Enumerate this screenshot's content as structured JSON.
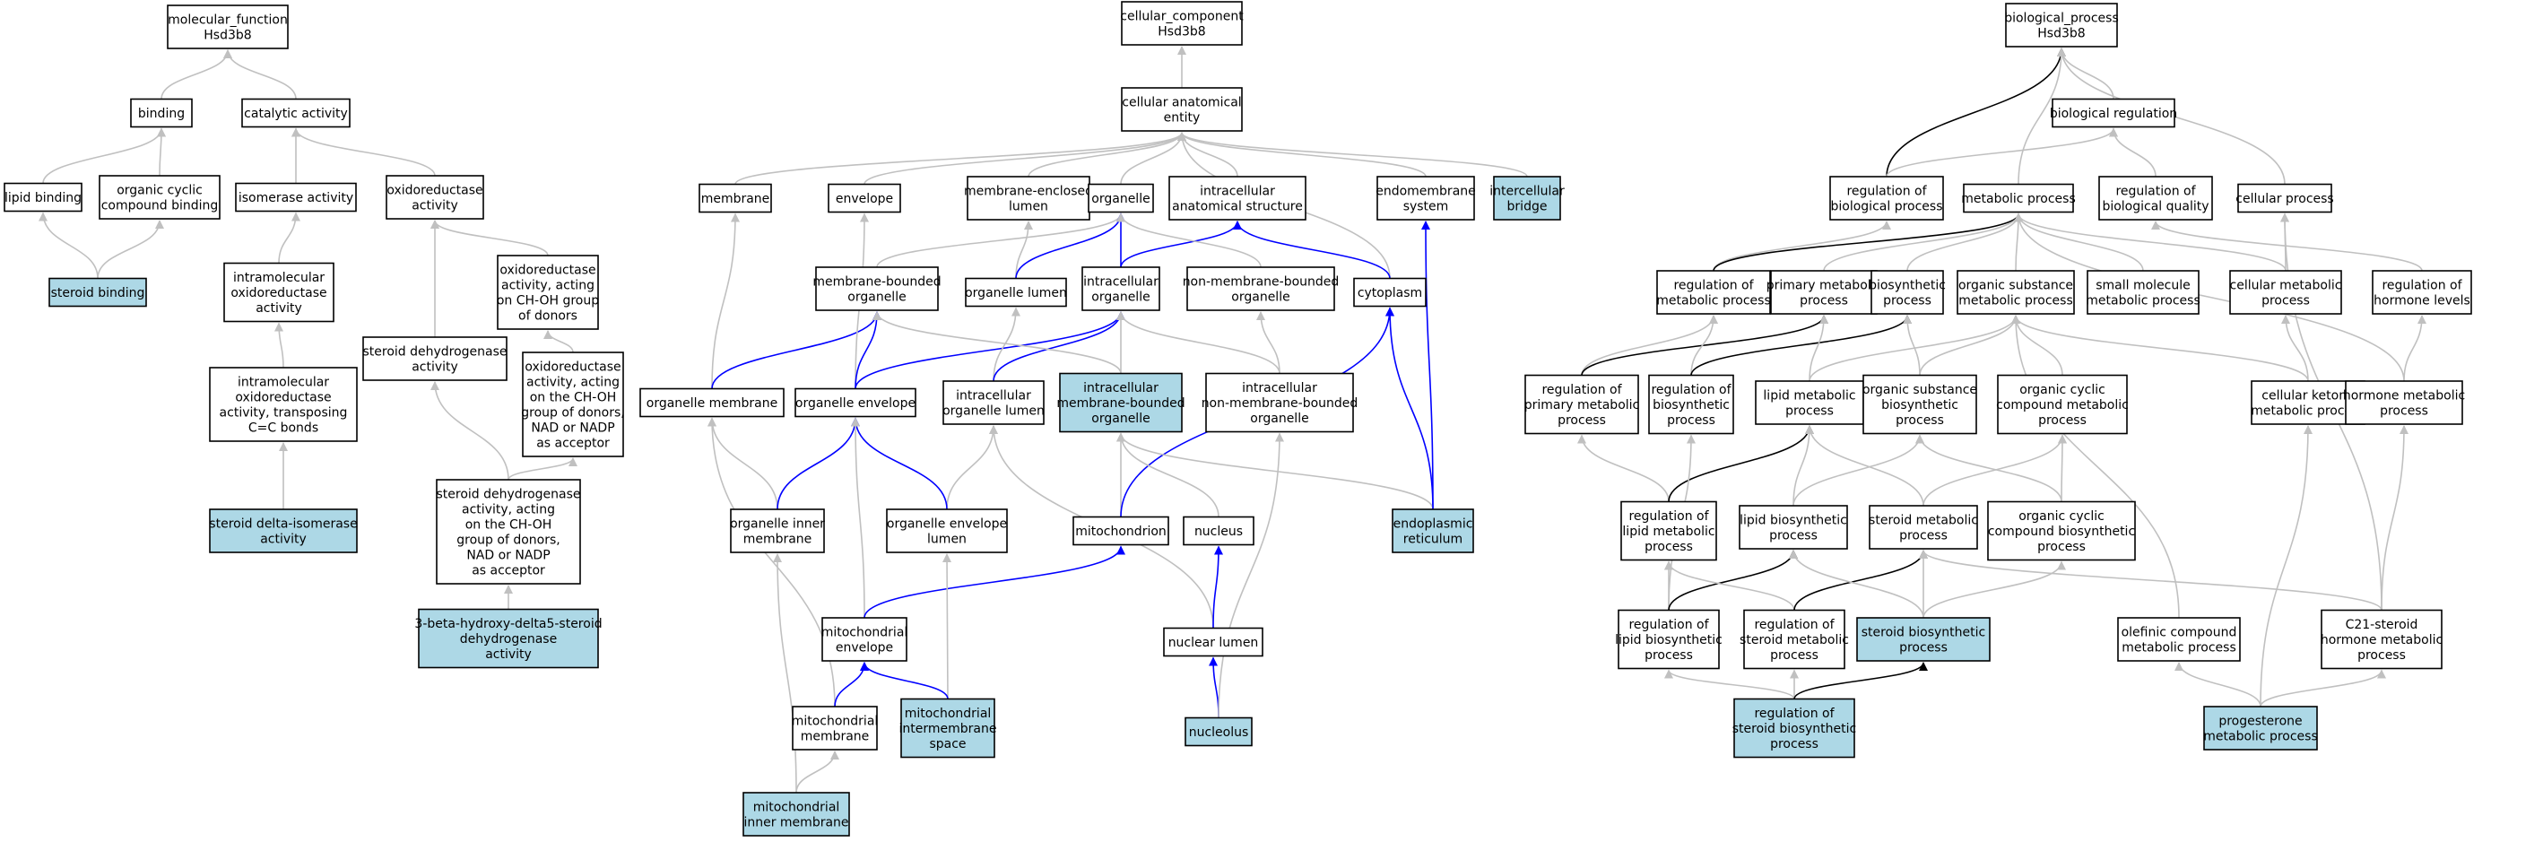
{
  "colors": {
    "highlight_fill": "#add8e6",
    "default_fill": "#ffffff",
    "grey_edge": "#c0c0c0",
    "blue_edge": "#0000ff",
    "black_edge": "#000000"
  },
  "nodes": {
    "mf_root": {
      "lines": [
        "molecular_function",
        "Hsd3b8"
      ],
      "hl": false
    },
    "binding": {
      "lines": [
        "binding"
      ],
      "hl": false
    },
    "catalytic": {
      "lines": [
        "catalytic activity"
      ],
      "hl": false
    },
    "lipid_binding": {
      "lines": [
        "lipid binding"
      ],
      "hl": false
    },
    "ocyclic_binding": {
      "lines": [
        "organic cyclic",
        "compound binding"
      ],
      "hl": false
    },
    "isomerase": {
      "lines": [
        "isomerase activity"
      ],
      "hl": false
    },
    "oxidoreductase": {
      "lines": [
        "oxidoreductase",
        "activity"
      ],
      "hl": false
    },
    "steroid_binding": {
      "lines": [
        "steroid binding"
      ],
      "hl": true
    },
    "intramol_ox": {
      "lines": [
        "intramolecular",
        "oxidoreductase",
        "activity"
      ],
      "hl": false
    },
    "oxred_choh": {
      "lines": [
        "oxidoreductase",
        "activity, acting",
        "on CH-OH group",
        "of donors"
      ],
      "hl": false
    },
    "intramol_cc": {
      "lines": [
        "intramolecular",
        "oxidoreductase",
        "activity, transposing",
        "C=C bonds"
      ],
      "hl": false
    },
    "steroid_dh": {
      "lines": [
        "steroid dehydrogenase",
        "activity"
      ],
      "hl": false
    },
    "oxred_nad": {
      "lines": [
        "oxidoreductase",
        "activity, acting",
        "on the CH-OH",
        "group of donors,",
        "NAD or NADP",
        "as acceptor"
      ],
      "hl": false
    },
    "steroid_dh_nad": {
      "lines": [
        "steroid dehydrogenase",
        "activity, acting",
        "on the CH-OH",
        "group of donors,",
        "NAD or NADP",
        "as acceptor"
      ],
      "hl": false
    },
    "steroid_delta_iso": {
      "lines": [
        "steroid delta-isomerase",
        "activity"
      ],
      "hl": true
    },
    "three_beta": {
      "lines": [
        "3-beta-hydroxy-delta5-steroid",
        "dehydrogenase",
        "activity"
      ],
      "hl": true
    },
    "cc_root": {
      "lines": [
        "cellular_component",
        "Hsd3b8"
      ],
      "hl": false
    },
    "anat_entity": {
      "lines": [
        "cellular anatomical",
        "entity"
      ],
      "hl": false
    },
    "membrane": {
      "lines": [
        "membrane"
      ],
      "hl": false
    },
    "envelope": {
      "lines": [
        "envelope"
      ],
      "hl": false
    },
    "mem_encl_lumen": {
      "lines": [
        "membrane-enclosed",
        "lumen"
      ],
      "hl": false
    },
    "organelle": {
      "lines": [
        "organelle"
      ],
      "hl": false
    },
    "intracell_anat": {
      "lines": [
        "intracellular",
        "anatomical structure"
      ],
      "hl": false
    },
    "endomembrane": {
      "lines": [
        "endomembrane",
        "system"
      ],
      "hl": false
    },
    "intercell_bridge": {
      "lines": [
        "intercellular",
        "bridge"
      ],
      "hl": true
    },
    "mem_bound_org": {
      "lines": [
        "membrane-bounded",
        "organelle"
      ],
      "hl": false
    },
    "org_lumen": {
      "lines": [
        "organelle lumen"
      ],
      "hl": false
    },
    "intracell_org": {
      "lines": [
        "intracellular",
        "organelle"
      ],
      "hl": false
    },
    "non_mem_org": {
      "lines": [
        "non-membrane-bounded",
        "organelle"
      ],
      "hl": false
    },
    "cytoplasm": {
      "lines": [
        "cytoplasm"
      ],
      "hl": false
    },
    "org_membrane": {
      "lines": [
        "organelle membrane"
      ],
      "hl": false
    },
    "org_envelope": {
      "lines": [
        "organelle envelope"
      ],
      "hl": false
    },
    "intracell_org_lumen": {
      "lines": [
        "intracellular",
        "organelle lumen"
      ],
      "hl": false
    },
    "intracell_mem_org": {
      "lines": [
        "intracellular",
        "membrane-bounded",
        "organelle"
      ],
      "hl": true
    },
    "intracell_nonmem_org": {
      "lines": [
        "intracellular",
        "non-membrane-bounded",
        "organelle"
      ],
      "hl": false
    },
    "org_inner_mem": {
      "lines": [
        "organelle inner",
        "membrane"
      ],
      "hl": false
    },
    "org_env_lumen": {
      "lines": [
        "organelle envelope",
        "lumen"
      ],
      "hl": false
    },
    "mitochondrion": {
      "lines": [
        "mitochondrion"
      ],
      "hl": false
    },
    "nucleus": {
      "lines": [
        "nucleus"
      ],
      "hl": false
    },
    "er": {
      "lines": [
        "endoplasmic",
        "reticulum"
      ],
      "hl": true
    },
    "mito_envelope": {
      "lines": [
        "mitochondrial",
        "envelope"
      ],
      "hl": false
    },
    "nuclear_lumen": {
      "lines": [
        "nuclear lumen"
      ],
      "hl": false
    },
    "mito_membrane": {
      "lines": [
        "mitochondrial",
        "membrane"
      ],
      "hl": false
    },
    "mito_ims": {
      "lines": [
        "mitochondrial",
        "intermembrane",
        "space"
      ],
      "hl": true
    },
    "nucleolus": {
      "lines": [
        "nucleolus"
      ],
      "hl": true
    },
    "mito_inner_mem": {
      "lines": [
        "mitochondrial",
        "inner membrane"
      ],
      "hl": true
    },
    "bp_root": {
      "lines": [
        "biological_process",
        "Hsd3b8"
      ],
      "hl": false
    },
    "bio_reg": {
      "lines": [
        "biological regulation"
      ],
      "hl": false
    },
    "reg_bio_proc": {
      "lines": [
        "regulation of",
        "biological process"
      ],
      "hl": false
    },
    "metab_proc": {
      "lines": [
        "metabolic process"
      ],
      "hl": false
    },
    "reg_bio_quality": {
      "lines": [
        "regulation of",
        "biological quality"
      ],
      "hl": false
    },
    "cell_proc": {
      "lines": [
        "cellular process"
      ],
      "hl": false
    },
    "reg_metab": {
      "lines": [
        "regulation of",
        "metabolic process"
      ],
      "hl": false
    },
    "prim_metab": {
      "lines": [
        "primary metabolic",
        "process"
      ],
      "hl": false
    },
    "biosynth": {
      "lines": [
        "biosynthetic",
        "process"
      ],
      "hl": false
    },
    "org_sub_metab": {
      "lines": [
        "organic substance",
        "metabolic process"
      ],
      "hl": false
    },
    "small_mol": {
      "lines": [
        "small molecule",
        "metabolic process"
      ],
      "hl": false
    },
    "cell_metab": {
      "lines": [
        "cellular metabolic",
        "process"
      ],
      "hl": false
    },
    "reg_hormone": {
      "lines": [
        "regulation of",
        "hormone levels"
      ],
      "hl": false
    },
    "reg_prim_metab": {
      "lines": [
        "regulation of",
        "primary metabolic",
        "process"
      ],
      "hl": false
    },
    "reg_biosynth": {
      "lines": [
        "regulation of",
        "biosynthetic",
        "process"
      ],
      "hl": false
    },
    "lipid_metab": {
      "lines": [
        "lipid metabolic",
        "process"
      ],
      "hl": false
    },
    "org_sub_biosynth": {
      "lines": [
        "organic substance",
        "biosynthetic",
        "process"
      ],
      "hl": false
    },
    "org_cyc_metab": {
      "lines": [
        "organic cyclic",
        "compound metabolic",
        "process"
      ],
      "hl": false
    },
    "cell_ketone": {
      "lines": [
        "cellular ketone",
        "metabolic process"
      ],
      "hl": false
    },
    "hormone_metab": {
      "lines": [
        "hormone metabolic",
        "process"
      ],
      "hl": false
    },
    "reg_lipid_metab": {
      "lines": [
        "regulation of",
        "lipid metabolic",
        "process"
      ],
      "hl": false
    },
    "lipid_biosynth": {
      "lines": [
        "lipid biosynthetic",
        "process"
      ],
      "hl": false
    },
    "steroid_metab": {
      "lines": [
        "steroid metabolic",
        "process"
      ],
      "hl": false
    },
    "org_cyc_biosynth": {
      "lines": [
        "organic cyclic",
        "compound biosynthetic",
        "process"
      ],
      "hl": false
    },
    "reg_lipid_biosynth": {
      "lines": [
        "regulation of",
        "lipid biosynthetic",
        "process"
      ],
      "hl": false
    },
    "reg_steroid_metab": {
      "lines": [
        "regulation of",
        "steroid metabolic",
        "process"
      ],
      "hl": false
    },
    "steroid_biosynth": {
      "lines": [
        "steroid biosynthetic",
        "process"
      ],
      "hl": true
    },
    "olefinic": {
      "lines": [
        "olefinic compound",
        "metabolic process"
      ],
      "hl": false
    },
    "c21_steroid": {
      "lines": [
        "C21-steroid",
        "hormone metabolic",
        "process"
      ],
      "hl": false
    },
    "reg_steroid_biosynth": {
      "lines": [
        "regulation of",
        "steroid biosynthetic",
        "process"
      ],
      "hl": true
    },
    "progesterone": {
      "lines": [
        "progesterone",
        "metabolic process"
      ],
      "hl": true
    }
  },
  "edges": [
    [
      "binding",
      "mf_root",
      "g"
    ],
    [
      "catalytic",
      "mf_root",
      "g"
    ],
    [
      "lipid_binding",
      "binding",
      "g"
    ],
    [
      "ocyclic_binding",
      "binding",
      "g"
    ],
    [
      "isomerase",
      "catalytic",
      "g"
    ],
    [
      "oxidoreductase",
      "catalytic",
      "g"
    ],
    [
      "steroid_binding",
      "lipid_binding",
      "g"
    ],
    [
      "steroid_binding",
      "ocyclic_binding",
      "g"
    ],
    [
      "intramol_ox",
      "isomerase",
      "g"
    ],
    [
      "oxred_choh",
      "oxidoreductase",
      "g"
    ],
    [
      "intramol_cc",
      "intramol_ox",
      "g"
    ],
    [
      "steroid_dh",
      "oxidoreductase",
      "g"
    ],
    [
      "oxred_nad",
      "oxred_choh",
      "g"
    ],
    [
      "steroid_dh_nad",
      "steroid_dh",
      "g"
    ],
    [
      "steroid_dh_nad",
      "oxred_nad",
      "g"
    ],
    [
      "steroid_delta_iso",
      "intramol_cc",
      "g"
    ],
    [
      "three_beta",
      "steroid_dh_nad",
      "g"
    ],
    [
      "anat_entity",
      "cc_root",
      "g"
    ],
    [
      "membrane",
      "anat_entity",
      "g"
    ],
    [
      "envelope",
      "anat_entity",
      "g"
    ],
    [
      "mem_encl_lumen",
      "anat_entity",
      "g"
    ],
    [
      "organelle",
      "anat_entity",
      "g"
    ],
    [
      "intracell_anat",
      "anat_entity",
      "g"
    ],
    [
      "endomembrane",
      "anat_entity",
      "g"
    ],
    [
      "intercell_bridge",
      "anat_entity",
      "g"
    ],
    [
      "cytoplasm",
      "anat_entity",
      "g"
    ],
    [
      "mem_bound_org",
      "organelle",
      "g"
    ],
    [
      "org_lumen",
      "mem_encl_lumen",
      "g"
    ],
    [
      "org_lumen",
      "organelle",
      "b"
    ],
    [
      "intracell_org",
      "organelle",
      "b"
    ],
    [
      "intracell_org",
      "intracell_anat",
      "b"
    ],
    [
      "non_mem_org",
      "organelle",
      "g"
    ],
    [
      "cytoplasm",
      "intracell_anat",
      "b"
    ],
    [
      "org_membrane",
      "membrane",
      "g"
    ],
    [
      "org_membrane",
      "mem_bound_org",
      "b"
    ],
    [
      "org_envelope",
      "envelope",
      "g"
    ],
    [
      "org_envelope",
      "mem_bound_org",
      "b"
    ],
    [
      "org_envelope",
      "intracell_org",
      "b"
    ],
    [
      "intracell_org_lumen",
      "org_lumen",
      "g"
    ],
    [
      "intracell_org_lumen",
      "intracell_org",
      "b"
    ],
    [
      "intracell_mem_org",
      "mem_bound_org",
      "g"
    ],
    [
      "intracell_mem_org",
      "intracell_org",
      "g"
    ],
    [
      "intracell_nonmem_org",
      "non_mem_org",
      "g"
    ],
    [
      "intracell_nonmem_org",
      "intracell_org",
      "g"
    ],
    [
      "org_inner_mem",
      "org_membrane",
      "g"
    ],
    [
      "org_inner_mem",
      "org_envelope",
      "b"
    ],
    [
      "org_env_lumen",
      "intracell_org_lumen",
      "g"
    ],
    [
      "org_env_lumen",
      "org_envelope",
      "b"
    ],
    [
      "mitochondrion",
      "intracell_mem_org",
      "g"
    ],
    [
      "mitochondrion",
      "cytoplasm",
      "b"
    ],
    [
      "nucleus",
      "intracell_mem_org",
      "g"
    ],
    [
      "er",
      "endomembrane",
      "b"
    ],
    [
      "er",
      "intracell_mem_org",
      "g"
    ],
    [
      "er",
      "cytoplasm",
      "b"
    ],
    [
      "mito_envelope",
      "org_envelope",
      "g"
    ],
    [
      "mito_envelope",
      "mitochondrion",
      "b"
    ],
    [
      "nuclear_lumen",
      "intracell_org_lumen",
      "g"
    ],
    [
      "nuclear_lumen",
      "nucleus",
      "b"
    ],
    [
      "mito_membrane",
      "org_membrane",
      "g"
    ],
    [
      "mito_membrane",
      "mito_envelope",
      "b"
    ],
    [
      "mito_ims",
      "org_env_lumen",
      "g"
    ],
    [
      "mito_ims",
      "mito_envelope",
      "b"
    ],
    [
      "nucleolus",
      "nuclear_lumen",
      "b"
    ],
    [
      "nucleolus",
      "intracell_nonmem_org",
      "g"
    ],
    [
      "mito_inner_mem",
      "mito_membrane",
      "g"
    ],
    [
      "mito_inner_mem",
      "org_inner_mem",
      "g"
    ],
    [
      "bio_reg",
      "bp_root",
      "g"
    ],
    [
      "reg_bio_proc",
      "bp_root",
      "k"
    ],
    [
      "reg_bio_proc",
      "bio_reg",
      "g"
    ],
    [
      "metab_proc",
      "bp_root",
      "g"
    ],
    [
      "reg_bio_quality",
      "bio_reg",
      "g"
    ],
    [
      "cell_proc",
      "bp_root",
      "g"
    ],
    [
      "reg_metab",
      "reg_bio_proc",
      "g"
    ],
    [
      "reg_metab",
      "metab_proc",
      "k"
    ],
    [
      "prim_metab",
      "metab_proc",
      "g"
    ],
    [
      "biosynth",
      "metab_proc",
      "g"
    ],
    [
      "org_sub_metab",
      "metab_proc",
      "g"
    ],
    [
      "small_mol",
      "metab_proc",
      "g"
    ],
    [
      "cell_metab",
      "metab_proc",
      "g"
    ],
    [
      "cell_metab",
      "cell_proc",
      "g"
    ],
    [
      "reg_hormone",
      "reg_bio_quality",
      "g"
    ],
    [
      "reg_prim_metab",
      "reg_metab",
      "g"
    ],
    [
      "reg_prim_metab",
      "prim_metab",
      "k"
    ],
    [
      "reg_biosynth",
      "reg_metab",
      "g"
    ],
    [
      "reg_biosynth",
      "biosynth",
      "k"
    ],
    [
      "lipid_metab",
      "prim_metab",
      "g"
    ],
    [
      "lipid_metab",
      "org_sub_metab",
      "g"
    ],
    [
      "org_sub_biosynth",
      "biosynth",
      "g"
    ],
    [
      "org_sub_biosynth",
      "org_sub_metab",
      "g"
    ],
    [
      "org_cyc_metab",
      "org_sub_metab",
      "g"
    ],
    [
      "cell_ketone",
      "org_sub_metab",
      "g"
    ],
    [
      "cell_ketone",
      "cell_metab",
      "g"
    ],
    [
      "hormone_metab",
      "reg_hormone",
      "g"
    ],
    [
      "hormone_metab",
      "metab_proc",
      "g"
    ],
    [
      "reg_lipid_metab",
      "reg_prim_metab",
      "g"
    ],
    [
      "reg_lipid_metab",
      "lipid_metab",
      "k"
    ],
    [
      "lipid_biosynth",
      "lipid_metab",
      "g"
    ],
    [
      "lipid_biosynth",
      "org_sub_biosynth",
      "g"
    ],
    [
      "steroid_metab",
      "lipid_metab",
      "g"
    ],
    [
      "steroid_metab",
      "org_cyc_metab",
      "g"
    ],
    [
      "org_cyc_biosynth",
      "org_cyc_metab",
      "g"
    ],
    [
      "org_cyc_biosynth",
      "org_sub_biosynth",
      "g"
    ],
    [
      "reg_lipid_biosynth",
      "reg_lipid_metab",
      "g"
    ],
    [
      "reg_lipid_biosynth",
      "reg_biosynth",
      "g"
    ],
    [
      "reg_lipid_biosynth",
      "lipid_biosynth",
      "k"
    ],
    [
      "reg_steroid_metab",
      "reg_lipid_metab",
      "g"
    ],
    [
      "reg_steroid_metab",
      "steroid_metab",
      "k"
    ],
    [
      "steroid_biosynth",
      "lipid_biosynth",
      "g"
    ],
    [
      "steroid_biosynth",
      "steroid_metab",
      "g"
    ],
    [
      "steroid_biosynth",
      "org_cyc_biosynth",
      "g"
    ],
    [
      "olefinic",
      "org_sub_metab",
      "g"
    ],
    [
      "c21_steroid",
      "steroid_metab",
      "g"
    ],
    [
      "c21_steroid",
      "hormone_metab",
      "g"
    ],
    [
      "c21_steroid",
      "cell_proc",
      "g"
    ],
    [
      "reg_steroid_biosynth",
      "reg_lipid_biosynth",
      "g"
    ],
    [
      "reg_steroid_biosynth",
      "reg_steroid_metab",
      "g"
    ],
    [
      "reg_steroid_biosynth",
      "steroid_biosynth",
      "k"
    ],
    [
      "progesterone",
      "olefinic",
      "g"
    ],
    [
      "progesterone",
      "c21_steroid",
      "g"
    ],
    [
      "progesterone",
      "cell_ketone",
      "g"
    ]
  ]
}
